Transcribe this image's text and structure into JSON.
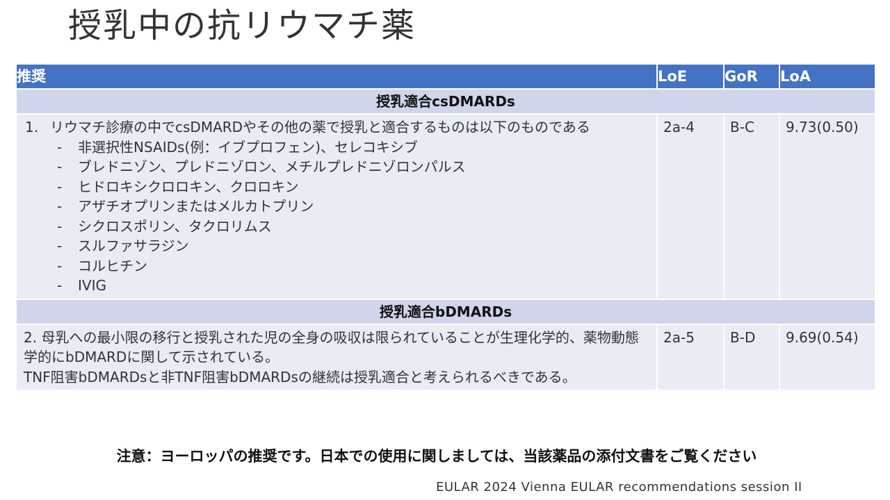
{
  "slide": {
    "title": "授乳中の抗リウマチ薬",
    "note": "注意：ヨーロッパの推奨です。日本での使用に関しましては、当該薬品の添付文書をご覧ください",
    "footer": "EULAR 2024 Vienna EULAR recommendations session II"
  },
  "table": {
    "headers": [
      "推奨",
      "LoE",
      "GoR",
      "LoA"
    ],
    "sections": [
      {
        "title": "授乳適合csDMARDs",
        "row": {
          "number": "1.",
          "text": "リウマチ診療の中でcsDMARDやその他の薬で授乳と適合するものは以下のものである",
          "items": [
            "非選択性NSAIDs(例：イブプロフェン)、セレコキシブ",
            "ブレドニゾン、プレドニゾロン、メチルプレドニゾロンパルス",
            "ヒドロキシクロロキン、クロロキン",
            "アザチオプリンまたはメルカトプリン",
            "シクロスポリン、タクロリムス",
            "スルファサラジン",
            "コルヒチン",
            "IVIG"
          ],
          "loe": "2a-4",
          "gor": "B-C",
          "loa": "9.73(0.50)"
        }
      },
      {
        "title": "授乳適合bDMARDs",
        "row": {
          "text1": "2. 母乳への最小限の移行と授乳された児の全身の吸収は限られていることが生理化学的、薬物動態学的にbDMARDに関して示されている。",
          "text2": "TNF阻害bDMARDsと非TNF阻害bDMARDsの継続は授乳適合と考えられるべきである。",
          "loe": "2a-5",
          "gor": "B-D",
          "loa": "9.69(0.54)"
        }
      }
    ],
    "dash": "-"
  },
  "colors": {
    "header_bg": "#4472c4",
    "section_bg": "#cfd5ea",
    "body_bg": "#e9ebf5"
  }
}
